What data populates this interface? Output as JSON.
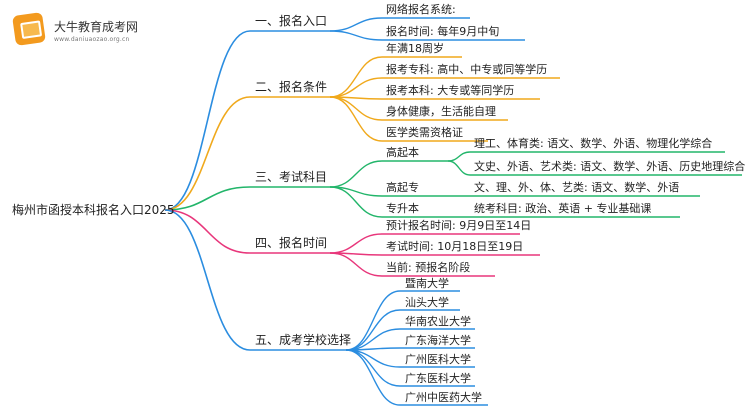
{
  "brand": {
    "name": "大牛教育成考网",
    "url": "www.daniuaozao.org.cn"
  },
  "root": "梅州市函授本科报名入口2025",
  "colors": {
    "b1": "#2b8de0",
    "b2": "#f0a91c",
    "b3": "#22b56a",
    "b4": "#e8367b",
    "b5": "#2b8de0"
  },
  "branches": [
    {
      "label": "一、报名入口",
      "items": [
        "网络报名系统:",
        "报名时间: 每年9月中旬"
      ]
    },
    {
      "label": "二、报名条件",
      "items": [
        "年满18周岁",
        "报考专科: 高中、中专或同等学历",
        "报考本科: 大专或等同学历",
        "身体健康，生活能自理",
        "医学类需资格证"
      ]
    },
    {
      "label": "三、考试科目",
      "groups": [
        {
          "label": "高起本",
          "items": [
            "理工、体育类: 语文、数学、外语、物理化学综合",
            "文史、外语、艺术类: 语文、数学、外语、历史地理综合"
          ]
        },
        {
          "label": "高起专",
          "items": [
            "文、理、外、体、艺类: 语文、数学、外语"
          ]
        },
        {
          "label": "专升本",
          "items": [
            "统考科目: 政治、英语 + 专业基础课"
          ]
        }
      ]
    },
    {
      "label": "四、报名时间",
      "items": [
        "预计报名时间: 9月9日至14日",
        "考试时间: 10月18日至19日",
        "当前: 预报名阶段"
      ]
    },
    {
      "label": "五、成考学校选择",
      "items": [
        "暨南大学",
        "汕头大学",
        "华南农业大学",
        "广东海洋大学",
        "广州医科大学",
        "广东医科大学",
        "广州中医药大学"
      ]
    }
  ]
}
